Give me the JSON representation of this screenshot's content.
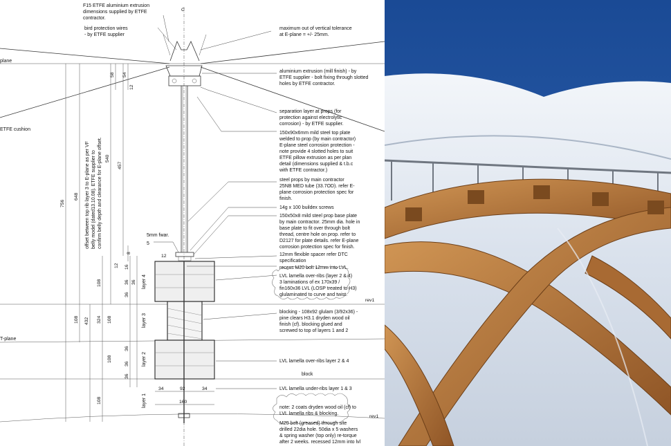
{
  "notes": {
    "extrusion": [
      "F15 ETFE aluminium extrusion",
      "dimensions supplied by ETFE",
      "contractor."
    ],
    "bird_wires": [
      "bird protection wires",
      "- by ETFE supplier"
    ],
    "tolerance": [
      "maximum out of vertical tolerance",
      "at E-plane = +/- 25mm."
    ],
    "mill_finish": [
      "aluminium extrusion (mill finish) - by",
      "ETFE supplier - bolt fixing through slotted",
      "holes by ETFE contractor."
    ],
    "separation": [
      "separation layer at props (for",
      "protection against electrolytic",
      "corrosion) - by ETFE supplier."
    ],
    "top_plate": [
      "150x90x6mm mild steel top plate",
      "welded to prop (by main contractor)",
      "E-plane steel corrosion protection -",
      "note provide 4 slotted holes to suit",
      "ETFE pillow extrusion as per plan",
      "detail (dimensions supplied & t.b.c",
      "with ETFE contractor.)"
    ],
    "props": [
      "steel props by main contractor",
      "25NB MED tube (33.7OD). refer E-",
      "plane corrosion protection spec for",
      "finish."
    ],
    "screws": [
      "14g x 100 buildex screws"
    ],
    "base_plate": [
      "150x50x8 mild steel prop base plate",
      "by main contractor. 25mm dia. hole in",
      "base plate to fit over through bolt",
      "thread, centre hole on prop. refer to",
      "D2127 for plate details. refer E-plane",
      "corrosion protection spec for finish."
    ],
    "spacer": [
      "12mm flexible spacer refer DTC",
      "specification"
    ],
    "recess": [
      "recess M20 bolt 12mm into LVL."
    ],
    "over_ribs": [
      "LVL lamella over-ribs (layer 2 & 4)",
      "3 laminations of  ex 170x39 /",
      "fin160x36 LVL (LOSP treated to H3)",
      "glulaminated to curve and twist."
    ],
    "blocking": [
      "blocking - 108x92 glulam (3/92x36) -",
      "pine clears H3.1 dryden wood oil",
      "finish (cf). blocking glued and",
      "screwed to top of layers 1 and 2"
    ],
    "over_ribs_short": [
      "LVL lamella over-ribs layer 2 & 4"
    ],
    "block": [
      "block"
    ],
    "under_ribs": [
      "LVL lamella under-ribs layer 1 & 3"
    ],
    "oil": [
      "note: 2 coats dryden wood oil (cf) to",
      "LVL lamella ribs & blocking."
    ],
    "bolt": [
      "M20 bolt (greased) through site",
      "drilled 22dia hole. 50dia x 5 washers",
      "& spring washer (top only) re-torque",
      "after 2 weeks. recessed 12mm into lvl"
    ],
    "weld": [
      "5mm fwar."
    ],
    "weld_size": "5",
    "offset": [
      "offset between top rib layer 3 to E-plane as per VF",
      "belly model (dated13.10.08). ETFE supplier to",
      "confirm belly depth and clearance for E-plane offset."
    ],
    "cushion": [
      "ETFE cushion"
    ],
    "plane": [
      "plane"
    ],
    "t_plane": [
      "T-plane"
    ],
    "rev": "rev1",
    "center_mark": "C"
  },
  "layers": [
    "layer 4",
    "layer 3",
    "layer 2",
    "layer 1"
  ],
  "dims": {
    "d756": "756",
    "d648": "648",
    "d540": "540",
    "d457": "457",
    "d58": "58",
    "d54": "54",
    "d12a": "12",
    "d8": "8",
    "d12b": "12",
    "d12c": "12",
    "d16": "16",
    "d108a": "108",
    "d36a": "36",
    "d36b": "36",
    "d36c": "36",
    "d108b": "108",
    "d432": "432",
    "d324": "324",
    "d108c": "108",
    "d108d": "108",
    "d108e": "108",
    "d36d": "36",
    "d36e": "36",
    "d36f": "36",
    "w34a": "34",
    "w92": "92",
    "w34b": "34",
    "w160": "160"
  },
  "photo": {
    "sky_color": "#1f4e9a",
    "membrane_color": "#dfe6ef",
    "timber_color": "#b87a3e",
    "frame_color": "#7a7f86"
  }
}
